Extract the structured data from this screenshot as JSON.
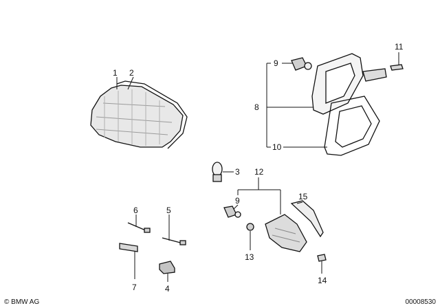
{
  "diagram": {
    "callouts": [
      "1",
      "2",
      "3",
      "4",
      "5",
      "6",
      "7",
      "8",
      "9",
      "9",
      "10",
      "11",
      "12",
      "13",
      "14",
      "15"
    ],
    "footer_left": "© BMW AG",
    "footer_right": "00008530"
  }
}
